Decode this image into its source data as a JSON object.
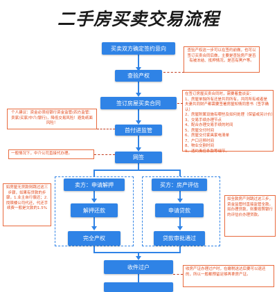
{
  "title": "二手房买卖交易流程",
  "steps": {
    "s1": "买卖双方确定签约意向",
    "s2": "查验产权",
    "s3": "签订房屋买卖合同",
    "s4": "首付进监管",
    "s5": "网签",
    "s6": "收件过户"
  },
  "seller": {
    "head": "卖方：申请解押",
    "step1": "解押还款",
    "step2": "完全产权"
  },
  "buyer": {
    "head": "买方：房产评估",
    "step1": "申请贷款",
    "step2": "贷款审批通过"
  },
  "notes": {
    "check": "查验产权这一步可以在签约前做，也可以签订买卖合同后做，主要是查验房产是否有被冻结、抵押情况，是否有黑户等。",
    "contract_intro": "在签订房屋买卖合同时，需要着重谈妥：",
    "contract_items": [
      "1、房屋单独所有还是共同所有，共同所有或者是夫妻共同财产都需要签署房屋知情同意书（签字确认）",
      "2、房屋附属设施有哪些及如何处理（保留或另计价）",
      "3、交易手续办理节点",
      "4、配合办理交易手续的时间",
      "5、房屋交付时间",
      "6、房屋交付家具家电清单",
      "7、户口迁移时间",
      "8、物业交割时间",
      "9、违约责任条款等细节。"
    ],
    "suggest": "个人建议：资金必须经银行资金监管(四方监管：卖家/买家/中介/银行)，降低交易风险！避免纸面风险！",
    "netsign": "一般情况下，中介公司直接代办理。",
    "left": "如房屋无贷款则跳过这三步骤，如果有贷款的步骤，1.业主自行偿还；2.找赎楼公司代还，代还手续费一般是欠款的1.5%",
    "right": "如全款房产则跳过这三步，资金监管时直接监管全款。如办理贷款，则要按照银行的评估价办理贷款。",
    "transfer": "收房产证办理过户时，在缴税送达后要可以退还的，所以一般都预留足够再拿房产证。"
  }
}
